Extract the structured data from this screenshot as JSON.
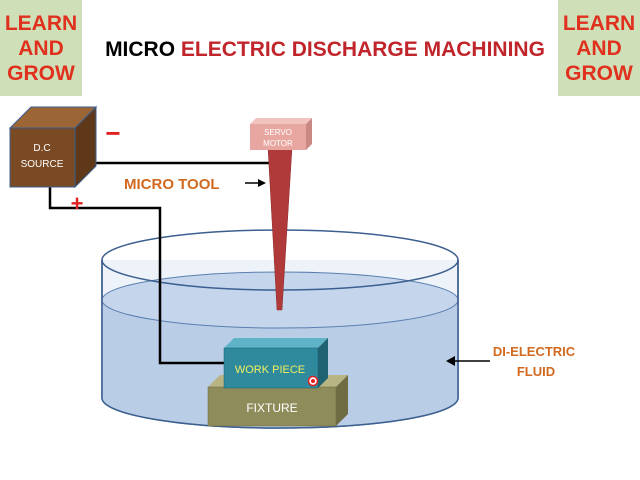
{
  "badges": {
    "left": {
      "line1": "LEARN",
      "line2": "AND",
      "line3": "GROW"
    },
    "right": {
      "line1": "LEARN",
      "line2": "AND",
      "line3": "GROW"
    }
  },
  "title": {
    "part1": "MICRO",
    "part2": "ELECTRIC DISCHARGE MACHINING"
  },
  "dc_source": {
    "line1": "D.C",
    "line2": "SOURCE"
  },
  "servo_motor": {
    "line1": "SERVO",
    "line2": "MOTOR"
  },
  "polarity": {
    "negative": "−",
    "positive": "+"
  },
  "labels": {
    "micro_tool": "MICRO TOOL",
    "work_piece": "WORK PIECE",
    "fixture": "FIXTURE",
    "fluid_line1": "DI-ELECTRIC",
    "fluid_line2": "FLUID"
  },
  "colors": {
    "badge_bg": "#cfe0b8",
    "badge_text": "#e0301e",
    "title_red": "#c0252b",
    "dc_source": "#7a4a24",
    "servo_motor": "#e8a6a0",
    "tool": "#b03a3a",
    "fluid": "#b9cde6",
    "work_piece": "#2f8a9e",
    "fixture": "#8f8c5b",
    "orange_label": "#d2691e",
    "spark": "#e02020"
  }
}
